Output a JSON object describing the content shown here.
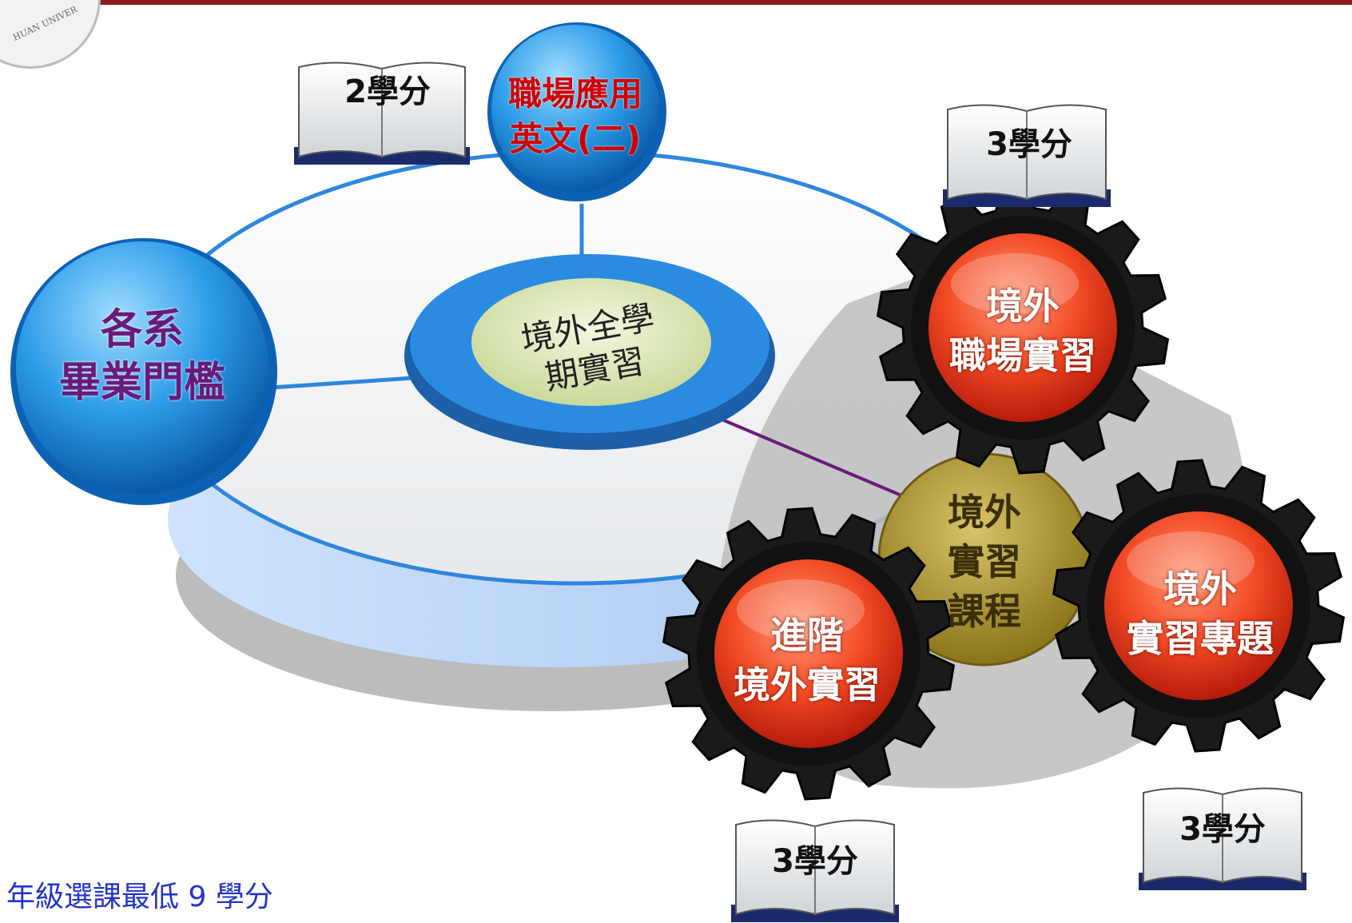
{
  "logo": {
    "text": "HUAN UNIVER"
  },
  "center": {
    "label_line1": "境外全學",
    "label_line2": "期實習"
  },
  "nodes": {
    "graduation": {
      "line1": "各系",
      "line2": "畢業門檻",
      "color": "#6a1b7a"
    },
    "english": {
      "line1": "職場應用",
      "line2": "英文(二)",
      "color": "#d00000"
    },
    "hub": {
      "line1": "境外",
      "line2": "實習",
      "line3": "課程"
    },
    "gear_workplace": {
      "line1": "境外",
      "line2": "職場實習"
    },
    "gear_advanced": {
      "line1": "進階",
      "line2": "境外實習"
    },
    "gear_project": {
      "line1": "境外",
      "line2": "實習專題"
    }
  },
  "credits": {
    "english": "2學分",
    "workplace": "3學分",
    "advanced": "3學分",
    "project": "3學分"
  },
  "footer": {
    "note": "年級選課最低 9 學分"
  },
  "colors": {
    "blue": "#1e88e5",
    "red": "#e53935",
    "gold": "#a08a2a",
    "purple": "#6a1b7a"
  }
}
